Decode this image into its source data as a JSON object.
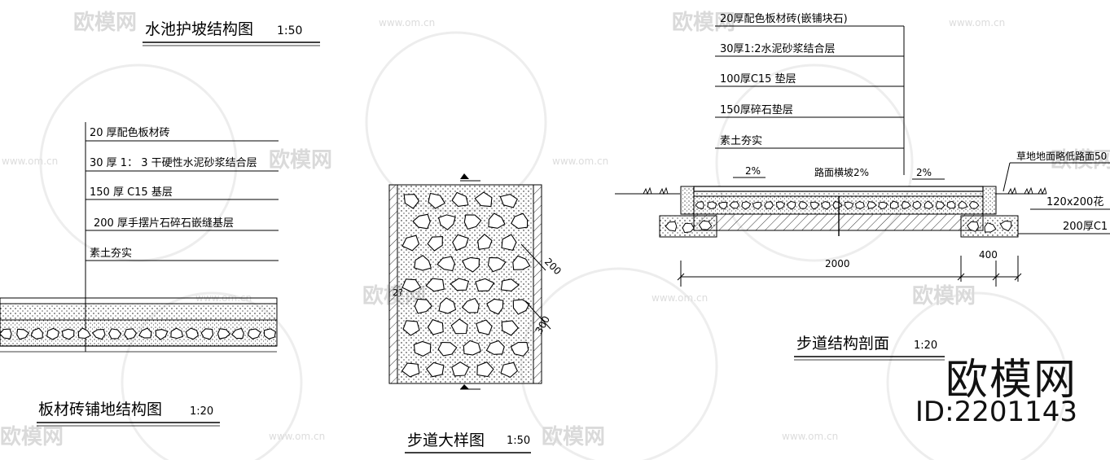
{
  "watermark": {
    "brand": "欧模网",
    "url": "www.om.cn"
  },
  "stamp": {
    "brand": "欧模网",
    "id": "ID:2201143"
  },
  "pool_slope": {
    "title": "水池护坡结构图",
    "scale": "1:50",
    "layers": [
      "20  厚配色板材砖",
      "30  厚 1： 3 干硬性水泥砂浆结合层",
      "150  厚  C15    基层",
      "200  厚手摆片石碎石嵌缝基层",
      "素土夯实"
    ]
  },
  "slab_paving": {
    "title": "板材砖铺地结构图",
    "scale": "1:20"
  },
  "walkway_detail": {
    "title": "步道大样图",
    "scale": "1:50",
    "dim_200": "200",
    "dim_300": "300",
    "dim_side": "2?"
  },
  "walkway_section": {
    "title": "步道结构剖面",
    "scale": "1:20",
    "layers": [
      "20厚配色板材砖(嵌铺块石)",
      "30厚1:2水泥砂浆结合层",
      "100厚C15  垫层",
      "150厚碎石垫层",
      "素土夯实"
    ],
    "slope_left": "2%",
    "slope_center": "路面横坡2%",
    "slope_right": "2%",
    "grass_note": "草地地面略低路面50",
    "curb_note": "120x200花",
    "base_note": "200厚C1",
    "dim_2000": "2000",
    "dim_400": "400"
  }
}
